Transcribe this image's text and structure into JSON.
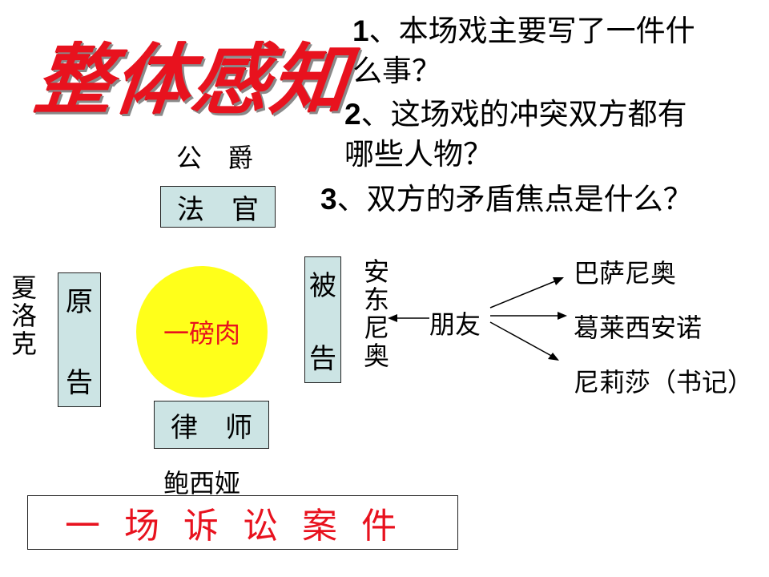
{
  "title": "整体感知",
  "questions": [
    {
      "num": "1",
      "line1": "、本场戏主要写了一件什",
      "line2": "么事？"
    },
    {
      "num": "2",
      "line1": "、这场戏的冲突双方都有",
      "line2": "哪些人物？"
    },
    {
      "num": "3",
      "line1": "、双方的矛盾焦点是什么？",
      "line2": ""
    }
  ],
  "diagram": {
    "duke": "公　爵",
    "judge": "法　官",
    "plaintiff_name": [
      "夏",
      "洛",
      "克"
    ],
    "plaintiff_box": [
      "原",
      "告"
    ],
    "pound_of_flesh": "一磅肉",
    "defendant_box": [
      "被",
      "告"
    ],
    "defendant_name": [
      "安",
      "东",
      "尼",
      "奥"
    ],
    "friends_label": "朋友",
    "friends": [
      "巴萨尼奥",
      "葛莱西安诺",
      "尼莉莎（书记）"
    ],
    "lawyer": "律　师",
    "lawyer_name": "鲍西娅",
    "case": "一场诉讼案件"
  },
  "colors": {
    "title_red": "#e8121e",
    "box_fill": "#cce4e4",
    "circle_yellow": "#ffff1a",
    "accent_red": "#e8121e"
  }
}
